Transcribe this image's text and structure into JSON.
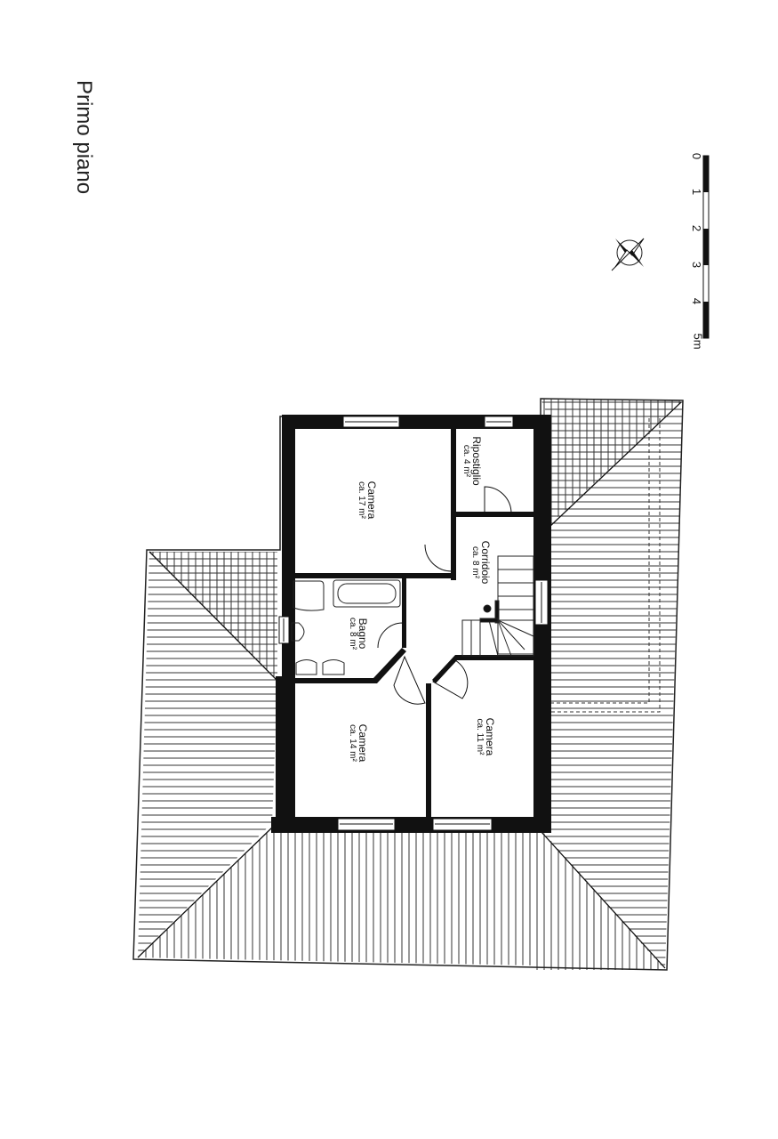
{
  "title": "Primo piano",
  "scale_bar": {
    "unit": "m",
    "ticks": [
      "0",
      "1",
      "2",
      "3",
      "4",
      "5m"
    ]
  },
  "compass": {
    "icon": "compass-rose-icon"
  },
  "rooms": [
    {
      "id": "camera-1",
      "name": "Camera",
      "area": "ca. 17 m²"
    },
    {
      "id": "ripostiglio",
      "name": "Ripostiglio",
      "area": "ca. 4 m²"
    },
    {
      "id": "corridoio",
      "name": "Corridoio",
      "area": "ca. 8 m²"
    },
    {
      "id": "bagno",
      "name": "Bagno",
      "area": "ca. 8 m²"
    },
    {
      "id": "camera-2",
      "name": "Camera",
      "area": "ca. 14 m²"
    },
    {
      "id": "camera-3",
      "name": "Camera",
      "area": "ca. 11 m²"
    }
  ],
  "colors": {
    "wall": "#111111",
    "line": "#222222",
    "paper": "#ffffff"
  }
}
